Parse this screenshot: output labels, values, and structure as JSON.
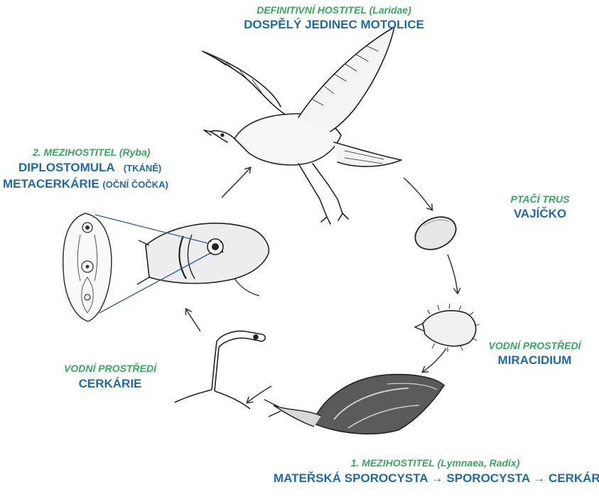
{
  "definitive_host": {
    "host": "DEFINITIVNÍ HOSTITEL (Laridae)",
    "stage": "DOSPĚLÝ JEDINEC MOTOLICE"
  },
  "bird_feces": {
    "host": "PTAČÍ TRUS",
    "stage": "VAJÍČKO"
  },
  "water_miracidium": {
    "host": "VODNÍ PROSTŘEDÍ",
    "stage": "MIRACIDIUM"
  },
  "first_intermediate": {
    "host": "1. MEZIHOSTITEL (Lymnaea, Radix)",
    "stage_1": "MATEŘSKÁ SPOROCYSTA",
    "arrow_1": "→",
    "stage_2": "SPOROCYSTA",
    "arrow_2": "→",
    "stage_3": "CERKÁRIE"
  },
  "water_cercaria": {
    "host": "VODNÍ PROSTŘEDÍ",
    "stage": "CERKÁRIE"
  },
  "second_intermediate": {
    "host": "2. MEZIHOSTITEL (Ryba)",
    "stage_1": "DIPLOSTOMULA",
    "stage_1_note": "(TKÁNĚ)",
    "stage_2": "METACERKÁRIE",
    "stage_2_note": "(OČNÍ ČOČKA)"
  },
  "colors": {
    "host_text": "#3aa65f",
    "stage_text": "#1f69ad",
    "ink": "#222222"
  }
}
